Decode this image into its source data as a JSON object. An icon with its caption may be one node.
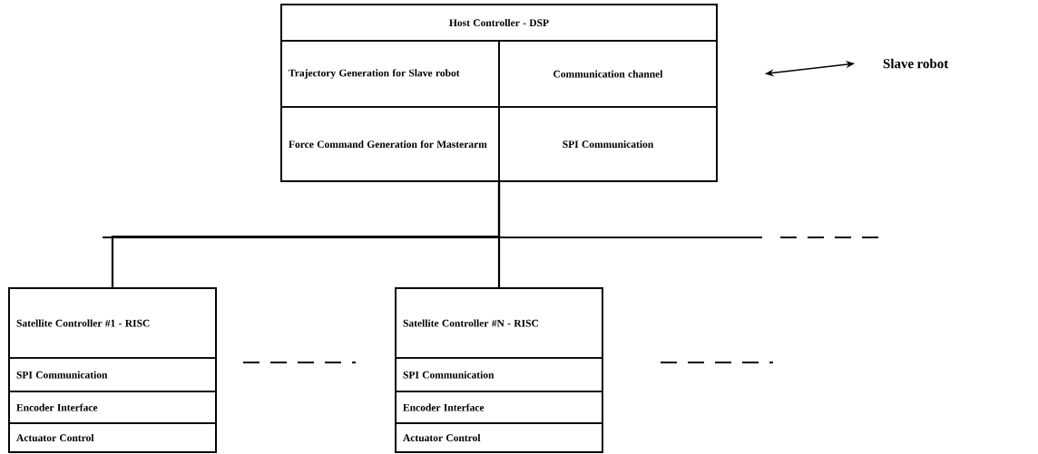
{
  "diagram": {
    "nodes": [
      {
        "text": [],
        "shape": "box"
      },
      {
        "text": [
          "Host Controller - DSP"
        ],
        "in": 0
      },
      {
        "text": [
          "Trajectory Generation for Slave robot"
        ],
        "in": 0
      },
      {
        "text": [
          "Communication channel"
        ],
        "in": 0
      },
      {
        "text": [
          "Force Command Generation for Masterarm"
        ],
        "in": 0
      },
      {
        "text": [
          "SPI Communication"
        ],
        "in": 0
      },
      {
        "text": [
          "Slave robot"
        ]
      },
      {
        "text": [],
        "shape": "box"
      },
      {
        "text": [
          "Satellite Controller #1 - RISC"
        ],
        "in": 7
      },
      {
        "text": [
          "SPI Communication"
        ],
        "in": 7
      },
      {
        "text": [
          "Encoder Interface"
        ],
        "in": 7
      },
      {
        "text": [
          "Actuator Control"
        ],
        "in": 7
      },
      {
        "text": [],
        "shape": "box"
      },
      {
        "text": [
          "Satellite Controller #N - RISC"
        ],
        "in": 12
      },
      {
        "text": [
          "SPI Communication"
        ],
        "in": 12
      },
      {
        "text": [
          "Encoder Interface"
        ],
        "in": 12
      },
      {
        "text": [
          "Actuator Control"
        ],
        "in": 12
      }
    ],
    "edges": [
      {
        "from": 3,
        "to": 6,
        "arrow": "both"
      },
      {
        "from": 0,
        "to": 7,
        "arrow": "none"
      },
      {
        "from": 0,
        "to": 12,
        "arrow": "none"
      }
    ]
  }
}
